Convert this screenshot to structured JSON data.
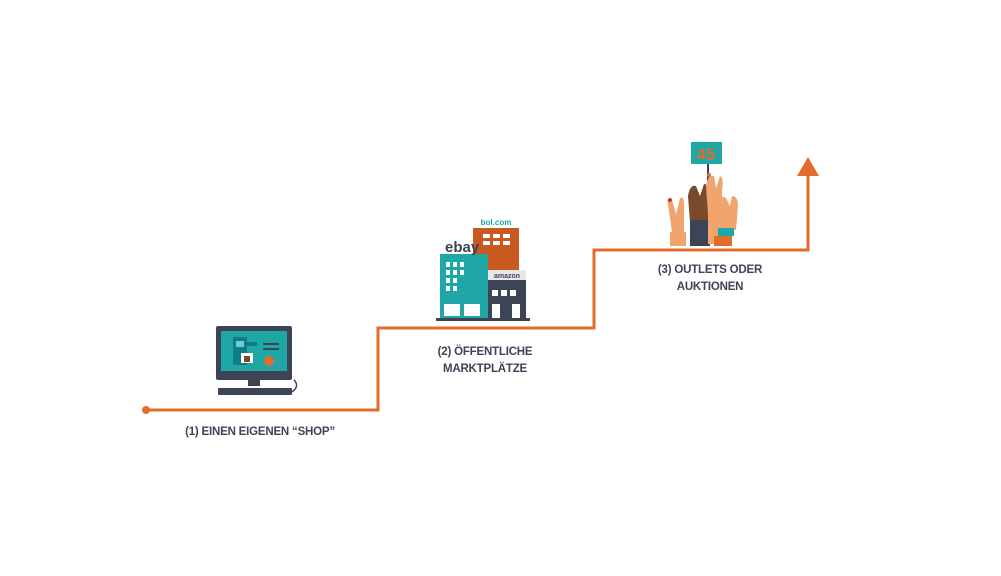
{
  "steps": [
    {
      "line1": "(1) EINEN EIGENEN “SHOP”",
      "line2": ""
    },
    {
      "line1": "(2) ÖFFENTLICHE",
      "line2": "MARKTPLÄTZE"
    },
    {
      "line1": "(3) OUTLETS ODER",
      "line2": "AUKTIONEN"
    }
  ],
  "logos": {
    "bol": "bol.com",
    "ebay": "ebay",
    "amazon": "amazon"
  },
  "auction_sign": "45",
  "colors": {
    "path": "#e06d2b",
    "teal": "#1fa7a8",
    "dark": "#3d4455",
    "orange_building": "#c95a1f"
  }
}
